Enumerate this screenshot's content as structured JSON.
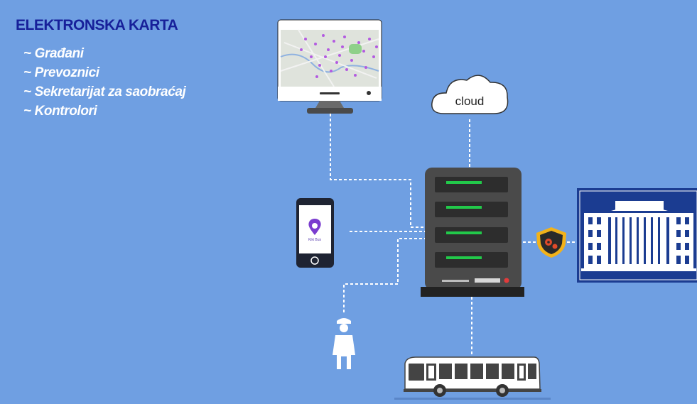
{
  "header": {
    "title": "ELEKTRONSKA KARTA",
    "roles": [
      "~ Građani",
      "~ Prevoznici",
      "~ Sekretarijat za saobraćaj",
      "~ Kontrolori"
    ]
  },
  "diagram": {
    "cloud_label": "cloud",
    "app_label": "Kiki Bus"
  },
  "colors": {
    "background": "#6f9fe2",
    "title": "#17209a",
    "server_light": "#22c94a",
    "connector": "#ffffff"
  },
  "icons": [
    "monitor-map-icon",
    "cloud-icon",
    "server-icon",
    "smartphone-icon",
    "shield-gear-icon",
    "building-icon",
    "controller-person-icon",
    "bus-icon"
  ]
}
